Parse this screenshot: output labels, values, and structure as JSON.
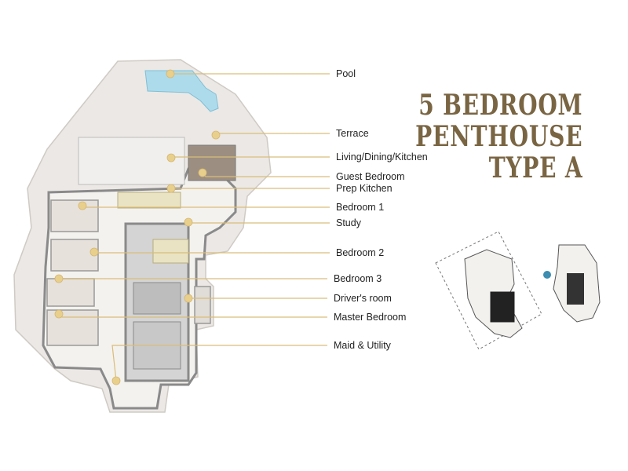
{
  "title": {
    "line1": "5 BEDROOM",
    "line2": "PENTHOUSE",
    "line3": "TYPE A"
  },
  "rooms": [
    {
      "id": "pool",
      "label": "Pool"
    },
    {
      "id": "terrace",
      "label": "Terrace"
    },
    {
      "id": "living",
      "label": "Living/Dining/Kitchen"
    },
    {
      "id": "guest",
      "label": "Guest Bedroom"
    },
    {
      "id": "prep",
      "label": "Prep Kitchen"
    },
    {
      "id": "bed1",
      "label": "Bedroom 1"
    },
    {
      "id": "study",
      "label": "Study"
    },
    {
      "id": "bed2",
      "label": "Bedroom 2"
    },
    {
      "id": "bed3",
      "label": "Bedroom 3"
    },
    {
      "id": "driver",
      "label": "Driver's room"
    },
    {
      "id": "master",
      "label": "Master Bedroom"
    },
    {
      "id": "maid",
      "label": "Maid & Utility"
    }
  ],
  "colors": {
    "title": "#7a6543",
    "leader": "#d9bd7a",
    "marker": "#e8cf8c",
    "terrace": "#e7e4e1",
    "wall": "#8f8f8f",
    "pool": "#a9d9ea"
  }
}
